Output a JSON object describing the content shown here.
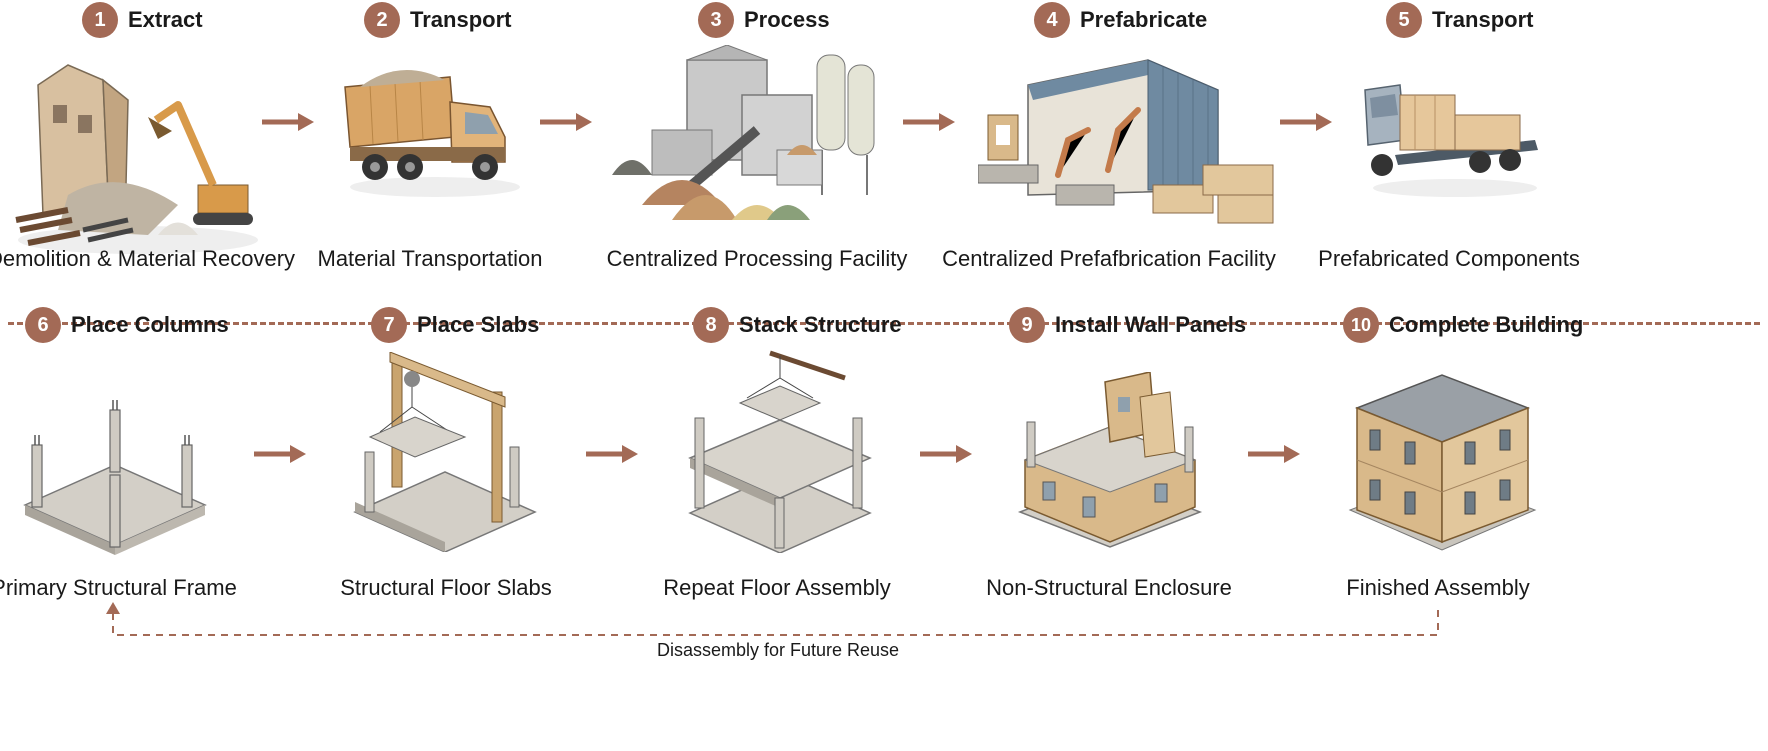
{
  "colors": {
    "accent": "#a36a56",
    "concrete": "#c9c5bd",
    "tan": "#d9b98a",
    "steel": "#6f8aa1"
  },
  "row1": [
    {
      "num": "1",
      "title": "Extract",
      "caption": "Demolition & Material Recovery",
      "icon": "demolition-excavator-icon"
    },
    {
      "num": "2",
      "title": "Transport",
      "caption": "Material Transportation",
      "icon": "dump-truck-icon"
    },
    {
      "num": "3",
      "title": "Process",
      "caption": "Centralized Processing Facility",
      "icon": "processing-plant-icon"
    },
    {
      "num": "4",
      "title": "Prefabricate",
      "caption": "Centralized Prefafbrication Facility",
      "icon": "prefab-factory-icon"
    },
    {
      "num": "5",
      "title": "Transport",
      "caption": "Prefabricated Components",
      "icon": "flatbed-truck-icon"
    }
  ],
  "row2": [
    {
      "num": "6",
      "title": "Place Columns",
      "caption": "Primary Structural Frame",
      "icon": "columns-on-slab-icon"
    },
    {
      "num": "7",
      "title": "Place Slabs",
      "caption": "Structural Floor Slabs",
      "icon": "gantry-crane-slab-icon"
    },
    {
      "num": "8",
      "title": "Stack Structure",
      "caption": "Repeat Floor Assembly",
      "icon": "stacked-floors-icon"
    },
    {
      "num": "9",
      "title": "Install Wall Panels",
      "caption": "Non-Structural Enclosure",
      "icon": "wall-panel-install-icon"
    },
    {
      "num": "10",
      "title": "Complete Building",
      "caption": "Finished Assembly",
      "icon": "finished-building-icon"
    }
  ],
  "feedback": {
    "label": "Disassembly for Future Reuse"
  }
}
